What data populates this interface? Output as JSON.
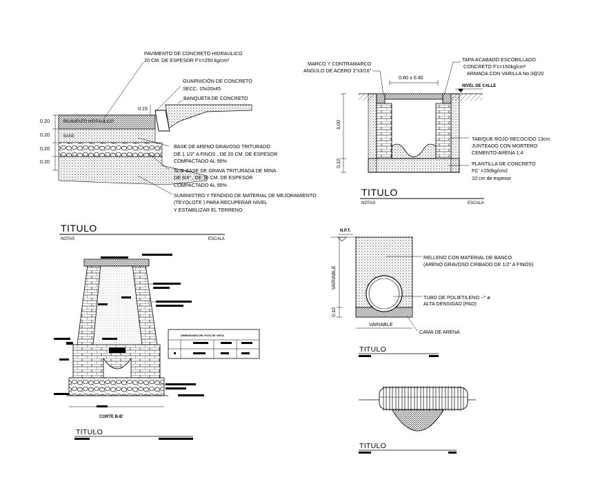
{
  "detail_pavement": {
    "labels": {
      "pavimento": "PAVIMENTO DE CONCRETO HIDRAULICO",
      "pavimento_spec": "20 CM. DE ESPESOR F'c=250 kg/cm²",
      "guarnicion": "GUARNICIÓN DE CONCRETO",
      "guarnicion_spec": "SECC. 15x20x45",
      "banqueta": "BANQUETA DE CONCRETO",
      "dim_015": "0.15",
      "base_1": "BASE DE ARENO GRAVOSO TRITURADO",
      "base_2": "DE 1 1/2\" A FINOS , DE 20 CM. DE ESPESOR",
      "base_3": "COMPACTADO AL 95%",
      "subbase_1": "SUB-BASE DE GRAVA TRITURADA DE MINA",
      "subbase_2": "DE 3/4\" , DE 30 CM. DE ESPESOR",
      "subbase_3": "COMPACTADO AL 95%",
      "suministro_1": "SUMINISTRO Y TENDIDO DE MATERIAL DE MEJORAMIENTO",
      "suministro_2": "(TEYOLOTE ) PARA RECUPERAR NIVEL",
      "suministro_3": "Y ESTABILIZAR EL TERRENO",
      "inline_pav": "PAVIMENTO HIDRAULICO",
      "inline_base": "BASE"
    },
    "dims": [
      "0.20",
      "0.20",
      "0.20",
      "0.20"
    ]
  },
  "detail_registro": {
    "labels": {
      "marco_1": "MARCO Y CONTRAMARCO",
      "marco_2": "ANGULO DE ACERO 2\"x3/16\"",
      "tapa_1": "TAPA ACABADO ESCOBILLADO",
      "tapa_2": "CONCRETO F'c=150kg/cm²",
      "tapa_3": "ARMADA CON VARILLA No.3@20",
      "dim_top": "0.60 x 0.40",
      "nivel": "NIVEL DE CALLE",
      "dim_100": "1.00",
      "dim_010": "0.10",
      "tabique_1": "TABIQUE ROJO RECOCIDO 13cm",
      "tabique_2": "JUNTEADO CON MORTERO",
      "tabique_3": "CEMENTO-ARENA 1:4",
      "plantilla_1": "PLANTILLA DE CONCRETO",
      "plantilla_2": "FC' =150kg/cm2",
      "plantilla_3": "10 cm de espesor"
    },
    "title": "TITULO",
    "notas": "NOTAS",
    "escala": "ESCALA"
  },
  "detail_pozo": {
    "title": "TITULO",
    "notas": "NOTAS",
    "escala": "ESCALA",
    "corte": "CORTE B-B'",
    "table_title": "DIMENSIONES DEL POZO DE VISITA",
    "bottom_title": "TITULO"
  },
  "detail_zanja": {
    "labels": {
      "npt": "N.P.T.",
      "variable_v": "VARIABLE",
      "dim_010": "0.10",
      "relleno_1": "RELLENO CON MATERIAL DE BANCO",
      "relleno_2": "(ARENO GRAVOSO CRIBADO DE  1/2\" A FINOS)",
      "tubo_1": "TUBO DE POLIETILENO --\" ø",
      "tubo_2": "ALTA DENSIDAD (PAD)",
      "variable_h": "VARIABLE",
      "cama": "CAMA DE ARENA"
    },
    "title": "TITULO"
  },
  "detail_tubo": {
    "title": "TITULO"
  }
}
